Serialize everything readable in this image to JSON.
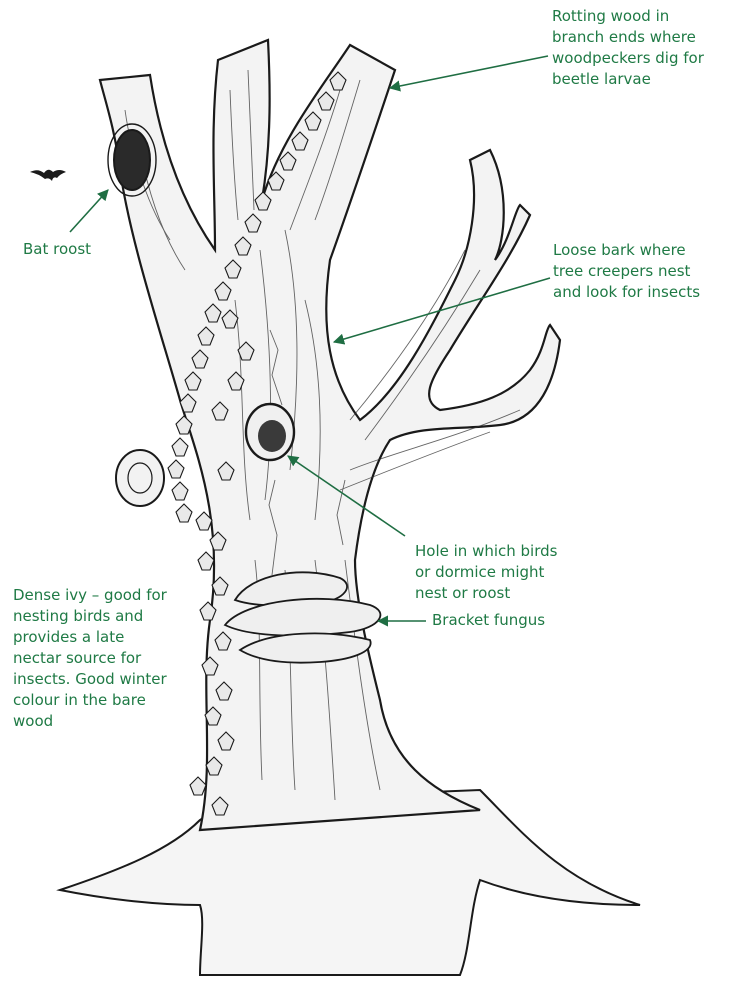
{
  "colors": {
    "label_text": "#1f7a45",
    "arrow": "#1f6e43",
    "ink": "#1a1a1a",
    "background": "#ffffff"
  },
  "labels": {
    "rotting_wood": [
      "Rotting wood in",
      "branch ends where",
      "woodpeckers dig for",
      "beetle larvae"
    ],
    "bat_roost": [
      "Bat roost"
    ],
    "loose_bark": [
      "Loose bark where",
      "tree creepers nest",
      "and look for insects"
    ],
    "hole": [
      "Hole in which birds",
      "or dormice might",
      "nest or roost"
    ],
    "dense_ivy": [
      "Dense ivy – good for",
      "nesting birds and",
      "provides a late",
      "nectar source for",
      "insects. Good winter",
      "colour in the bare",
      "wood"
    ],
    "bracket_fungus": [
      "Bracket fungus"
    ]
  }
}
